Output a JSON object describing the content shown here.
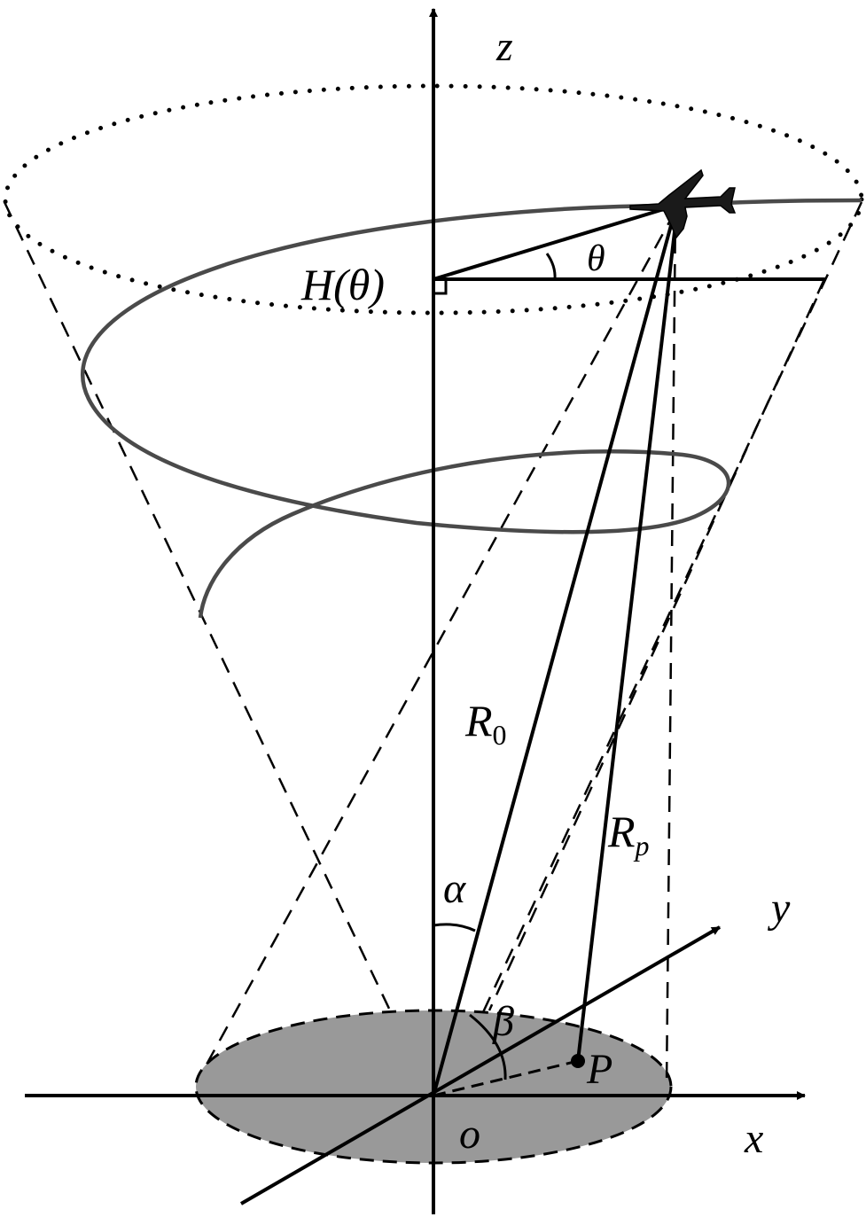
{
  "labels": {
    "z_axis": "z",
    "x_axis": "x",
    "y_axis": "y",
    "origin": "o",
    "height": "H(θ)",
    "theta": "θ",
    "alpha": "α",
    "beta": "β",
    "point": "P",
    "r0_main": "R",
    "r0_sub": "0",
    "rp_main": "R",
    "rp_sub": "p"
  },
  "icons": {
    "aircraft": "airplane-icon"
  },
  "colors": {
    "line": "#000000",
    "trajectory": "#4a4a4a",
    "footprint_fill": "#999999",
    "background": "#ffffff"
  }
}
